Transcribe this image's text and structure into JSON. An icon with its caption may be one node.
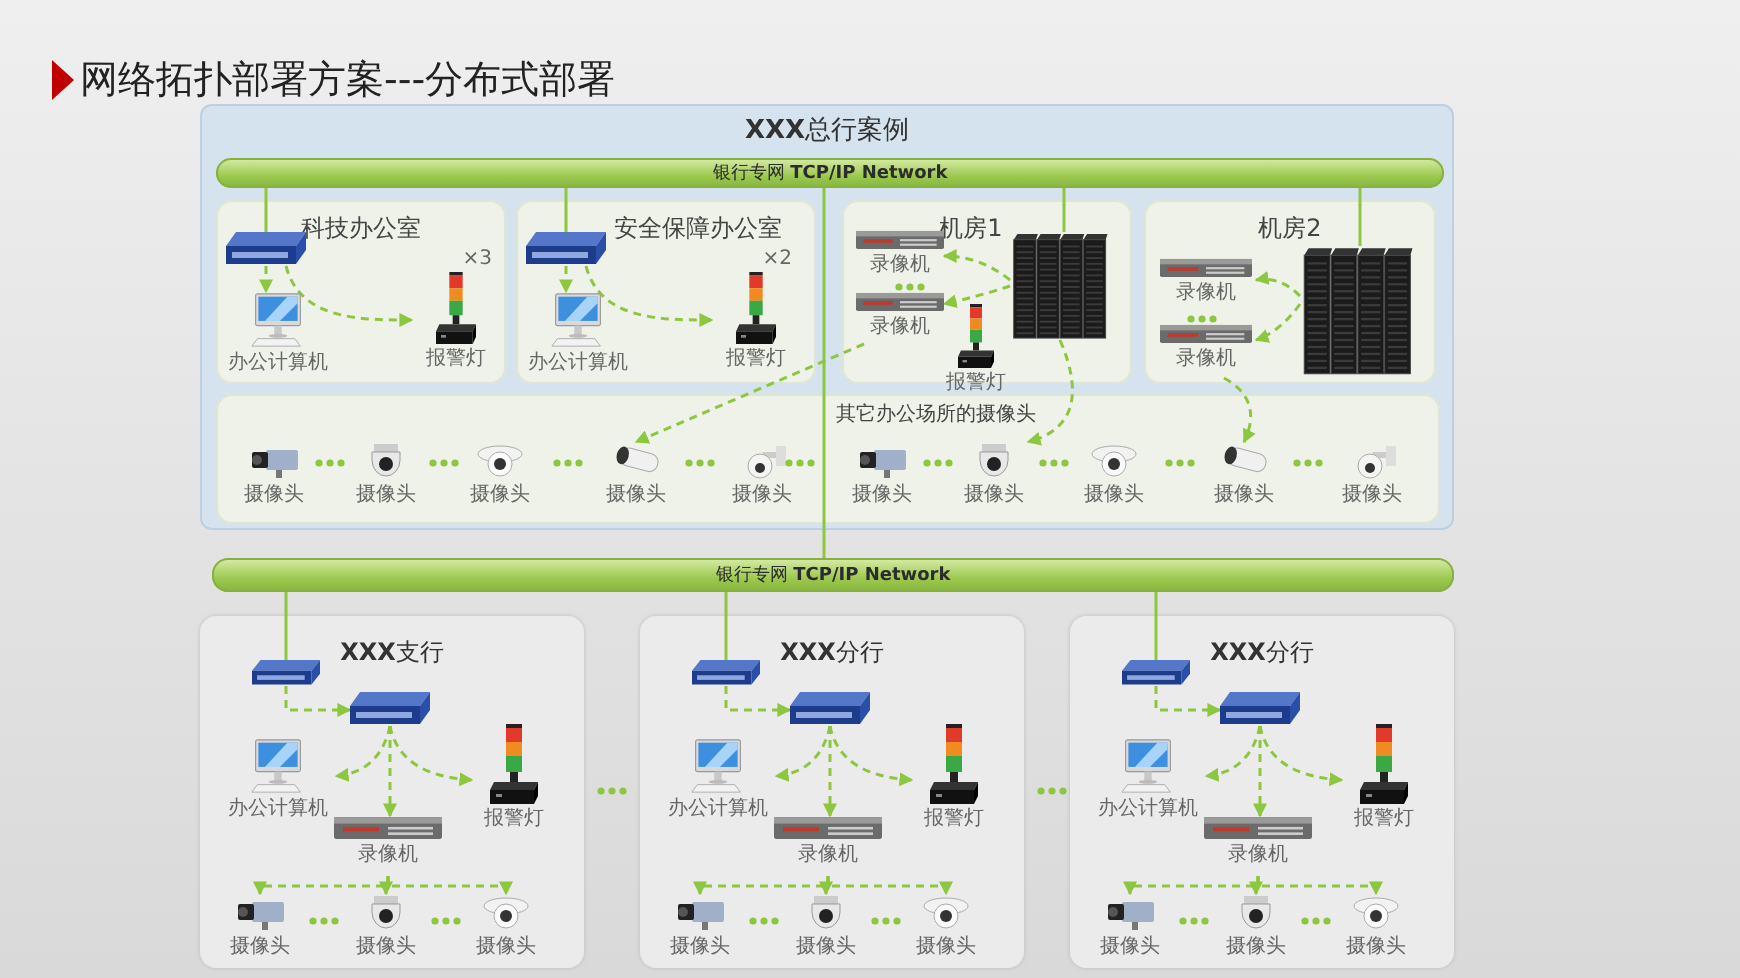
{
  "diagram": {
    "title": "网络拓扑部署方案---分布式部署",
    "nodes": [
      {
        "text": [
          "**XXX**总行案例"
        ]
      },
      {
        "text": [
          "银行专网 **TCP/IP Network**"
        ],
        "in": 0
      },
      {
        "text": [
          "科技办公室"
        ],
        "in": 0
      },
      {
        "text": [
          "安全保障办公室"
        ],
        "in": 0
      },
      {
        "text": [
          "机房1"
        ],
        "in": 0
      },
      {
        "text": [
          "机房2"
        ],
        "in": 0
      },
      {
        "text": [
          "其它办公场所的摄像头"
        ],
        "in": 0
      },
      {
        "text": [],
        "shape": "picture",
        "in": 2
      },
      {
        "text": [
          "办公计算机"
        ],
        "in": 2
      },
      {
        "text": [
          "报警灯"
        ],
        "beside": [
          "×3"
        ],
        "in": 2
      },
      {
        "text": [],
        "shape": "picture",
        "in": 3
      },
      {
        "text": [
          "办公计算机"
        ],
        "in": 3
      },
      {
        "text": [
          "报警灯"
        ],
        "beside": [
          "×2"
        ],
        "in": 3
      },
      {
        "text": [
          "录像机"
        ],
        "in": 4
      },
      {
        "text": [
          "录像机"
        ],
        "in": 4
      },
      {
        "text": [],
        "shape": "picture",
        "in": 4
      },
      {
        "text": [
          "报警灯"
        ],
        "in": 0
      },
      {
        "text": [
          "录像机"
        ],
        "in": 5
      },
      {
        "text": [
          "录像机"
        ],
        "in": 5
      },
      {
        "text": [],
        "shape": "picture",
        "in": 5
      },
      {
        "text": [
          "摄像头"
        ],
        "in": 6
      },
      {
        "text": [
          "摄像头"
        ],
        "in": 6
      },
      {
        "text": [
          "摄像头"
        ],
        "in": 6
      },
      {
        "text": [
          "摄像头"
        ],
        "in": 6
      },
      {
        "text": [
          "摄像头"
        ],
        "in": 6
      },
      {
        "text": [
          "摄像头"
        ],
        "in": 6
      },
      {
        "text": [
          "摄像头"
        ],
        "in": 6
      },
      {
        "text": [
          "摄像头"
        ],
        "in": 6
      },
      {
        "text": [
          "摄像头"
        ],
        "in": 6
      },
      {
        "text": [
          "摄像头"
        ],
        "in": 6
      },
      {
        "text": [
          "银行专网 **TCP/IP Network**"
        ]
      },
      {
        "text": [
          "**XXX**支行"
        ]
      },
      {
        "text": [],
        "shape": "picture",
        "in": 31
      },
      {
        "text": [],
        "shape": "picture",
        "in": 31
      },
      {
        "text": [
          "办公计算机"
        ],
        "in": 31
      },
      {
        "text": [
          "报警灯"
        ],
        "in": 31
      },
      {
        "text": [
          "录像机"
        ],
        "in": 31
      },
      {
        "text": [
          "摄像头"
        ],
        "in": 31
      },
      {
        "text": [
          "摄像头"
        ],
        "in": 31
      },
      {
        "text": [
          "摄像头"
        ],
        "in": 31
      },
      {
        "text": [
          "**XXX**分行"
        ]
      },
      {
        "text": [],
        "shape": "picture",
        "in": 40
      },
      {
        "text": [],
        "shape": "picture",
        "in": 40
      },
      {
        "text": [
          "办公计算机"
        ],
        "in": 40
      },
      {
        "text": [
          "报警灯"
        ],
        "in": 40
      },
      {
        "text": [
          "录像机"
        ],
        "in": 40
      },
      {
        "text": [
          "摄像头"
        ],
        "in": 40
      },
      {
        "text": [
          "摄像头"
        ],
        "in": 40
      },
      {
        "text": [
          "摄像头"
        ],
        "in": 40
      },
      {
        "text": [
          "**XXX**分行"
        ]
      },
      {
        "text": [],
        "shape": "picture",
        "in": 49
      },
      {
        "text": [],
        "shape": "picture",
        "in": 49
      },
      {
        "text": [
          "办公计算机"
        ],
        "in": 49
      },
      {
        "text": [
          "报警灯"
        ],
        "in": 49
      },
      {
        "text": [
          "录像机"
        ],
        "in": 49
      },
      {
        "text": [
          "摄像头"
        ],
        "in": 49
      },
      {
        "text": [
          "摄像头"
        ],
        "in": 49
      },
      {
        "text": [
          "摄像头"
        ],
        "in": 49
      }
    ],
    "edges": [
      {
        "from": 1,
        "to": 7,
        "arrow": "none"
      },
      {
        "from": 1,
        "to": 10,
        "arrow": "none"
      },
      {
        "from": 1,
        "to": 15,
        "arrow": "none"
      },
      {
        "from": 1,
        "to": 19,
        "arrow": "none"
      },
      {
        "from": 1,
        "to": 30,
        "arrow": "none"
      },
      {
        "from": 7,
        "to": 8,
        "arrow": "to",
        "style": "dashed"
      },
      {
        "from": 7,
        "to": 9,
        "arrow": "to",
        "style": "dashed"
      },
      {
        "from": 10,
        "to": 11,
        "arrow": "to",
        "style": "dashed"
      },
      {
        "from": 10,
        "to": 12,
        "arrow": "to",
        "style": "dashed"
      },
      {
        "from": 15,
        "to": 13,
        "arrow": "to",
        "style": "dashed"
      },
      {
        "from": 15,
        "to": 14,
        "arrow": "to",
        "style": "dashed"
      },
      {
        "from": 14,
        "to": 23,
        "arrow": "to",
        "style": "dashed"
      },
      {
        "from": 15,
        "to": 26,
        "arrow": "to",
        "style": "dashed"
      },
      {
        "from": 19,
        "to": 17,
        "arrow": "to",
        "style": "dashed"
      },
      {
        "from": 19,
        "to": 18,
        "arrow": "to",
        "style": "dashed"
      },
      {
        "from": 18,
        "to": 28,
        "arrow": "to",
        "style": "dashed"
      },
      {
        "from": 30,
        "to": 32,
        "arrow": "none"
      },
      {
        "from": 30,
        "to": 41,
        "arrow": "none"
      },
      {
        "from": 30,
        "to": 50,
        "arrow": "none"
      },
      {
        "from": 32,
        "to": 33,
        "arrow": "to",
        "style": "dashed"
      },
      {
        "from": 33,
        "to": 34,
        "arrow": "to",
        "style": "dashed"
      },
      {
        "from": 33,
        "to": 35,
        "arrow": "to",
        "style": "dashed"
      },
      {
        "from": 33,
        "to": 36,
        "arrow": "to",
        "style": "dashed"
      },
      {
        "from": 36,
        "to": 37,
        "arrow": "to",
        "style": "dashed"
      },
      {
        "from": 36,
        "to": 38,
        "arrow": "to",
        "style": "dashed"
      },
      {
        "from": 36,
        "to": 39,
        "arrow": "to",
        "style": "dashed"
      },
      {
        "from": 41,
        "to": 42,
        "arrow": "to",
        "style": "dashed"
      },
      {
        "from": 42,
        "to": 43,
        "arrow": "to",
        "style": "dashed"
      },
      {
        "from": 42,
        "to": 44,
        "arrow": "to",
        "style": "dashed"
      },
      {
        "from": 42,
        "to": 45,
        "arrow": "to",
        "style": "dashed"
      },
      {
        "from": 45,
        "to": 46,
        "arrow": "to",
        "style": "dashed"
      },
      {
        "from": 45,
        "to": 47,
        "arrow": "to",
        "style": "dashed"
      },
      {
        "from": 45,
        "to": 48,
        "arrow": "to",
        "style": "dashed"
      },
      {
        "from": 50,
        "to": 51,
        "arrow": "to",
        "style": "dashed"
      },
      {
        "from": 51,
        "to": 52,
        "arrow": "to",
        "style": "dashed"
      },
      {
        "from": 51,
        "to": 53,
        "arrow": "to",
        "style": "dashed"
      },
      {
        "from": 51,
        "to": 54,
        "arrow": "to",
        "style": "dashed"
      },
      {
        "from": 54,
        "to": 55,
        "arrow": "to",
        "style": "dashed"
      },
      {
        "from": 54,
        "to": 56,
        "arrow": "to",
        "style": "dashed"
      },
      {
        "from": 54,
        "to": 57,
        "arrow": "to",
        "style": "dashed"
      }
    ]
  }
}
